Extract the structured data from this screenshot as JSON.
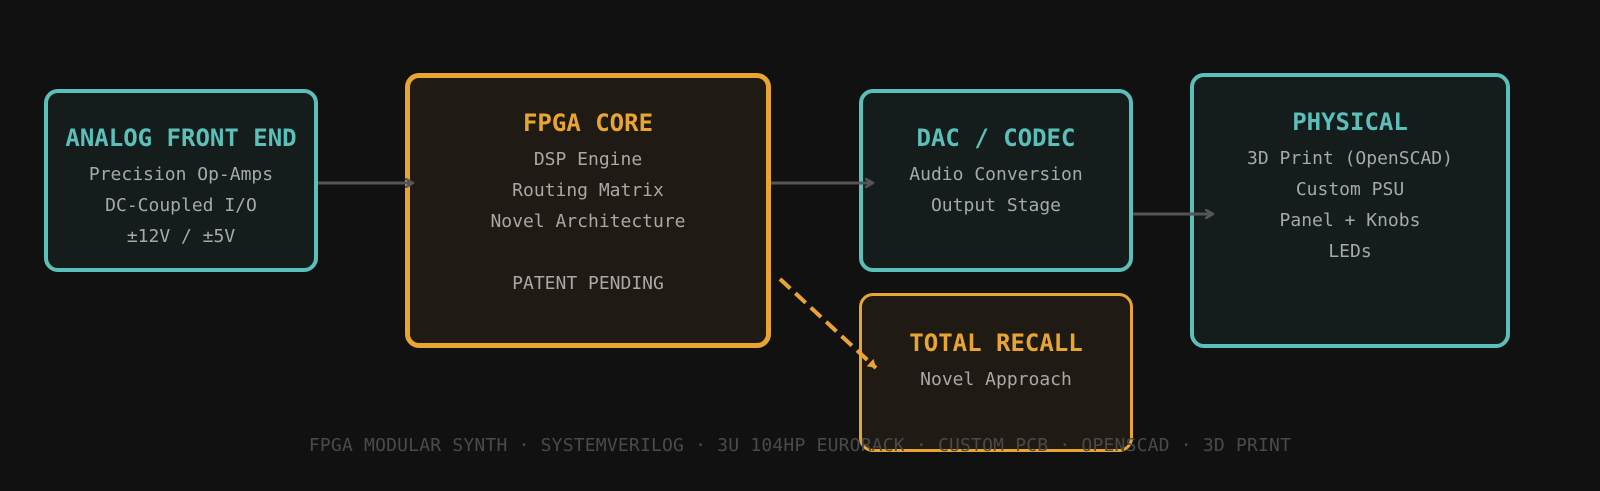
{
  "boxes": {
    "analog": {
      "title": "ANALOG FRONT END",
      "lines": [
        "Precision Op-Amps",
        "DC-Coupled I/O",
        "±12V / ±5V"
      ]
    },
    "fpga": {
      "title": "FPGA CORE",
      "lines": [
        "DSP Engine",
        "Routing Matrix",
        "Novel Architecture",
        "",
        "PATENT PENDING"
      ]
    },
    "dac": {
      "title": "DAC / CODEC",
      "lines": [
        "Audio Conversion",
        "Output Stage"
      ]
    },
    "physical": {
      "title": "PHYSICAL",
      "lines": [
        "3D Print (OpenSCAD)",
        "Custom PSU",
        "Panel + Knobs",
        "LEDs"
      ]
    },
    "recall": {
      "title": "TOTAL RECALL",
      "lines": [
        "Novel Approach"
      ]
    }
  },
  "footer": "FPGA MODULAR SYNTH · SYSTEMVERILOG · 3U 104HP EURORACK · CUSTOM PCB · OPENSCAD · 3D PRINT",
  "colors": {
    "background": "#111111",
    "teal": "#5bbfba",
    "gold": "#e8a532",
    "arrow": "#555555",
    "text": "#a8a8a8"
  }
}
